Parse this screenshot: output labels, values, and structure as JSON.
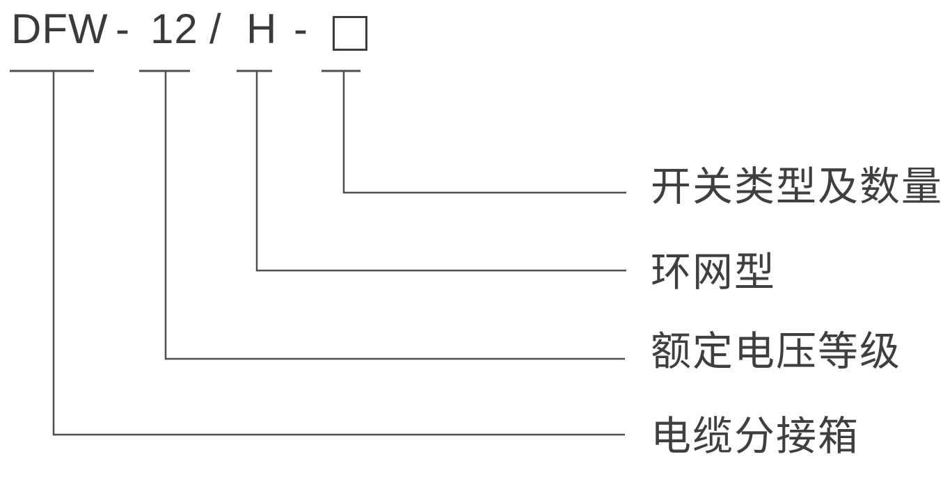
{
  "model_code": {
    "prefix": "DFW",
    "dash1": "-",
    "voltage_value": "12",
    "slash": "/",
    "type_code": "H",
    "dash2": "-",
    "placeholder_symbol": "□"
  },
  "annotations": [
    {
      "code_segment": "□",
      "label": "开关类型及数量"
    },
    {
      "code_segment": "H",
      "label": "环网型"
    },
    {
      "code_segment": "12",
      "label": "额定电压等级"
    },
    {
      "code_segment": "DFW",
      "label": "电缆分接箱"
    }
  ],
  "colors": {
    "code_text": "#3a3a3a",
    "label_text": "#3f3f3f",
    "line": "#4f4f4f",
    "background": "#ffffff"
  }
}
